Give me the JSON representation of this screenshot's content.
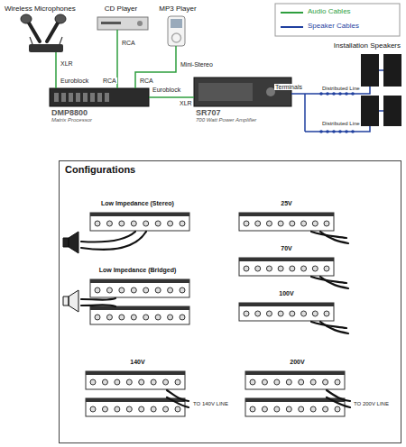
{
  "diagram": {
    "nodes": [
      {
        "text": [
          "Wireless Microphones"
        ]
      },
      {
        "text": [
          "CD Player"
        ]
      },
      {
        "text": [
          "MP3 Player"
        ]
      },
      {
        "text": [
          "DMP8800",
          "Matrix Processor"
        ]
      },
      {
        "text": [
          "SR707",
          "700 Watt Power Amplifier"
        ]
      },
      {
        "text": [
          "Installation Speakers"
        ]
      },
      {
        "text": [
          "Configurations"
        ]
      },
      {
        "text": [
          "Low Impedance (Stereo)"
        ],
        "in": 6
      },
      {
        "text": [
          "Low Impedance (Bridged)"
        ],
        "in": 6
      },
      {
        "text": [
          "25V"
        ],
        "in": 6
      },
      {
        "text": [
          "70V"
        ],
        "in": 6
      },
      {
        "text": [
          "100V"
        ],
        "in": 6
      },
      {
        "text": [
          "140V"
        ],
        "in": 6
      },
      {
        "text": [
          "200V"
        ],
        "in": 6
      }
    ],
    "edges": [
      {
        "from": 0,
        "to": 3,
        "label": "XLR",
        "arrow": "none"
      },
      {
        "from": 1,
        "to": 3,
        "label": "RCA",
        "arrow": "none"
      },
      {
        "from": 2,
        "to": 3,
        "label": "Mini-Stereo",
        "arrow": "none"
      },
      {
        "from": 3,
        "to": 4,
        "arrow": "none"
      },
      {
        "from": 4,
        "to": 5,
        "label": "Terminals",
        "arrow": "none"
      }
    ],
    "labels": [
      "Euroblock",
      "RCA",
      "RCA",
      "Euroblock",
      "XLR",
      "Distributed Line",
      "Distributed Line",
      "TO 140V LINE",
      "TO 200V LINE"
    ],
    "legend": [
      {
        "text": "Audio Cables"
      },
      {
        "text": "Speaker Cables"
      }
    ]
  }
}
